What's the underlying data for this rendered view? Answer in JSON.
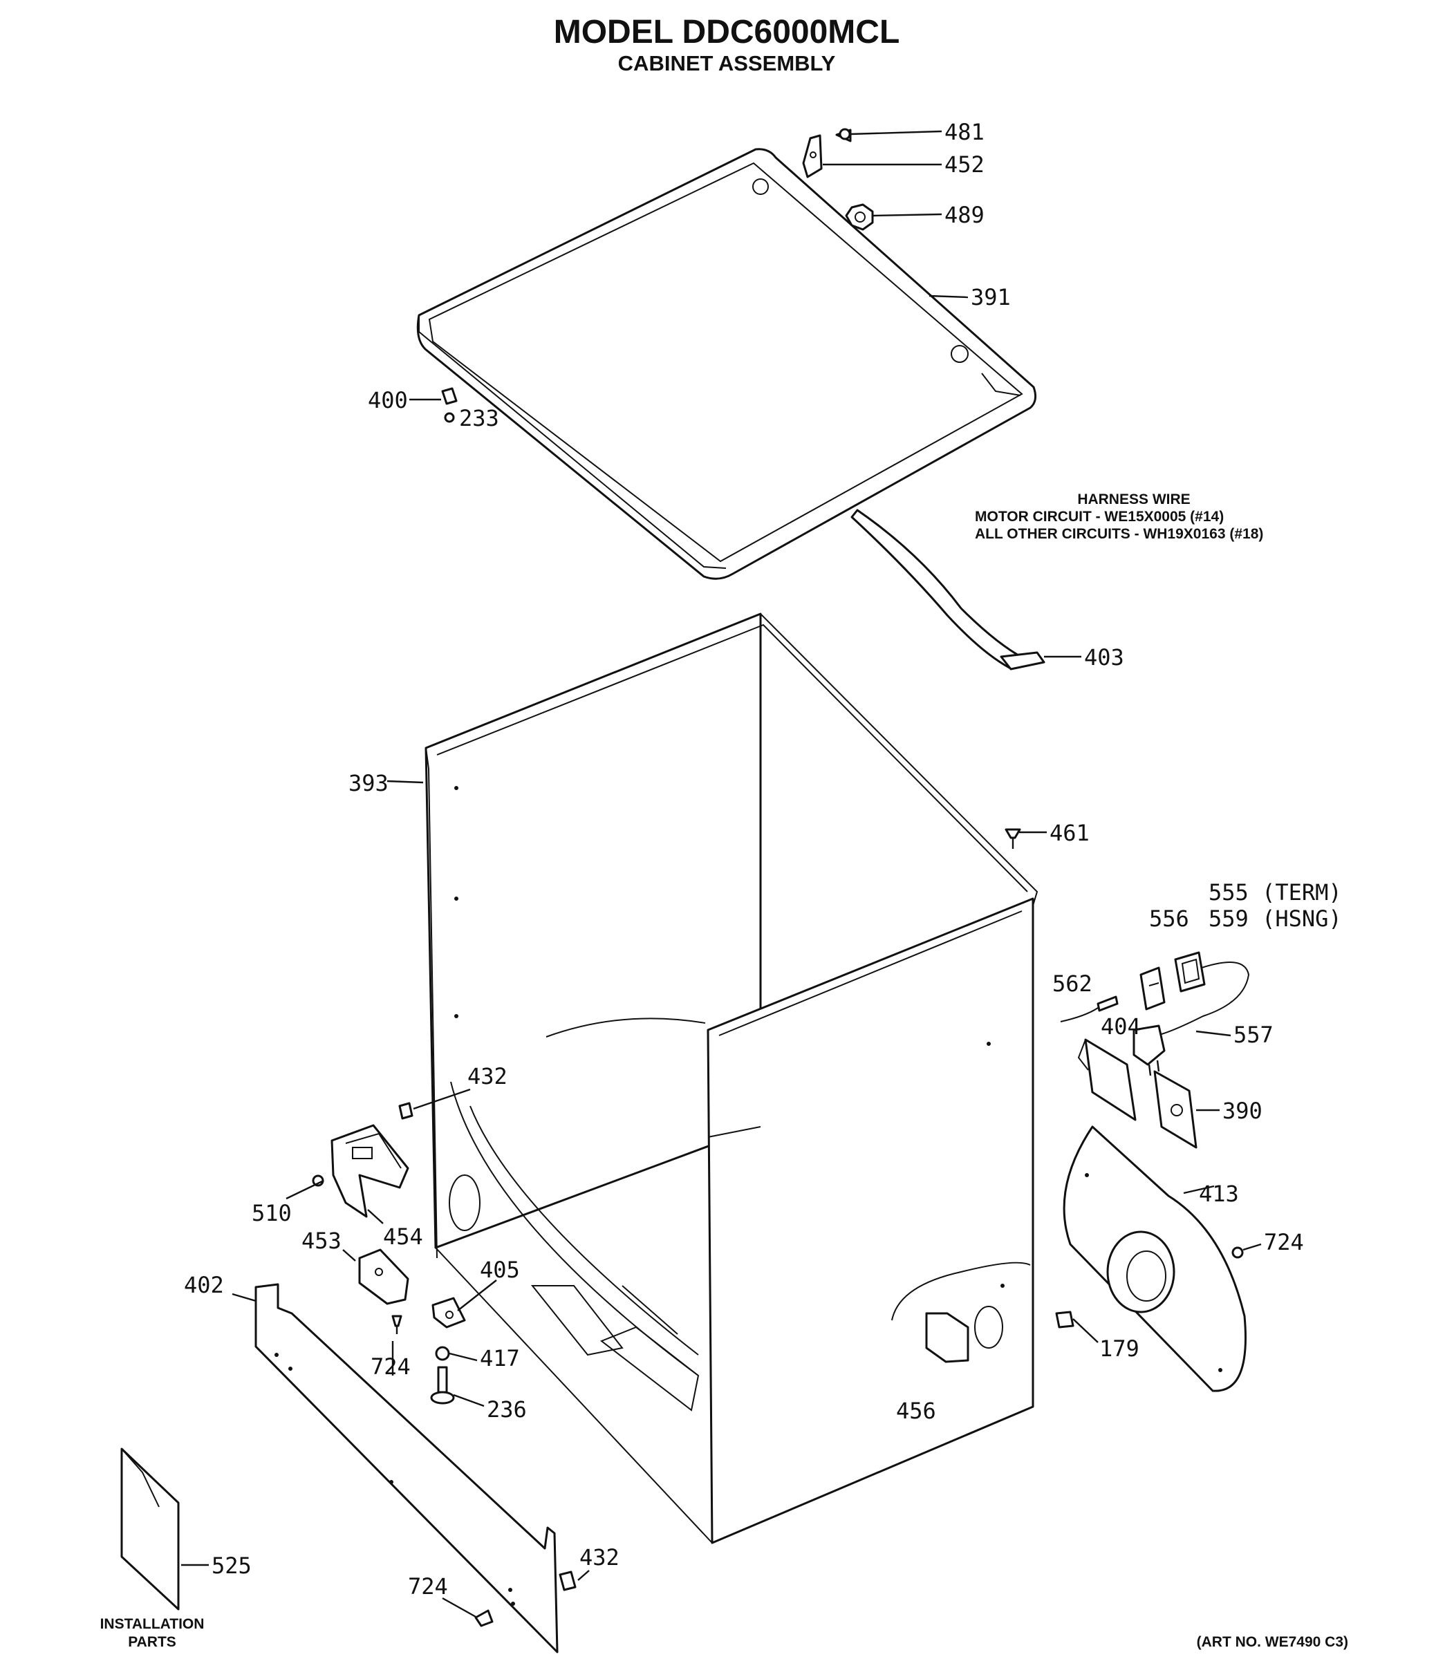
{
  "title": "MODEL DDC6000MCL",
  "subtitle": "CABINET ASSEMBLY",
  "harness_note": {
    "heading": "HARNESS WIRE",
    "line1": "MOTOR CIRCUIT - WE15X0005 (#14)",
    "line2": "ALL OTHER CIRCUITS - WH19X0163 (#18)"
  },
  "footer": {
    "install_line1": "INSTALLATION",
    "install_line2": "PARTS",
    "art_no": "(ART NO. WE7490 C3)"
  },
  "callouts": {
    "p481": "481",
    "p452": "452",
    "p489": "489",
    "p391": "391",
    "p400": "400",
    "p233": "233",
    "p403": "403",
    "p393": "393",
    "p461": "461",
    "p555": "555 (TERM)",
    "p559": "559 (HSNG)",
    "p556": "556",
    "p562": "562",
    "p404": "404",
    "p557": "557",
    "p390": "390",
    "p432a": "432",
    "p510": "510",
    "p454": "454",
    "p413": "413",
    "p724a": "724",
    "p453": "453",
    "p402": "402",
    "p405": "405",
    "p724b": "724",
    "p417": "417",
    "p236": "236",
    "p179": "179",
    "p456": "456",
    "p525": "525",
    "p724c": "724",
    "p432b": "432"
  }
}
